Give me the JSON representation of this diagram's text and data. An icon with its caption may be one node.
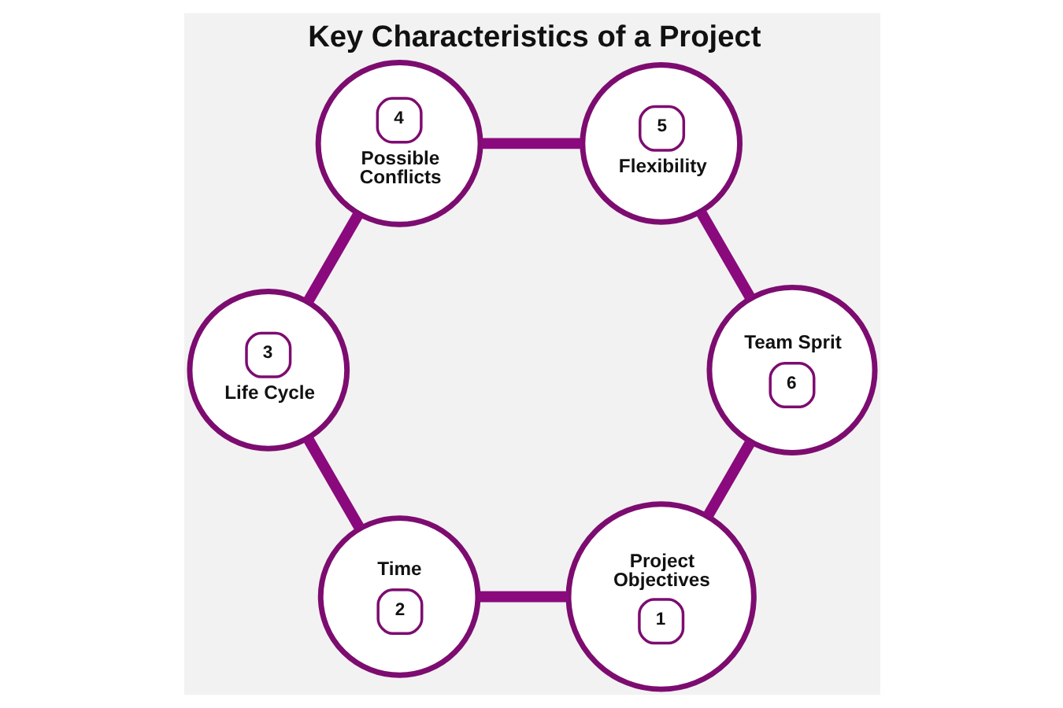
{
  "diagram": {
    "title": "Key Characteristics of a Project",
    "nodes": [
      {
        "text": [
          "Project Objectives",
          "1"
        ]
      },
      {
        "text": [
          "Time",
          "2"
        ]
      },
      {
        "text": [
          "3",
          "Life Cycle"
        ]
      },
      {
        "text": [
          "4",
          "Possible Conflicts"
        ]
      },
      {
        "text": [
          "5",
          "Flexibility"
        ]
      },
      {
        "text": [
          "Team Sprit",
          "6"
        ]
      }
    ],
    "edges": [
      {
        "from": 0,
        "to": 1,
        "arrow": "none"
      },
      {
        "from": 1,
        "to": 2,
        "arrow": "none"
      },
      {
        "from": 2,
        "to": 3,
        "arrow": "none"
      },
      {
        "from": 3,
        "to": 4,
        "arrow": "none"
      },
      {
        "from": 4,
        "to": 5,
        "arrow": "none"
      },
      {
        "from": 5,
        "to": 0,
        "arrow": "none"
      }
    ]
  }
}
